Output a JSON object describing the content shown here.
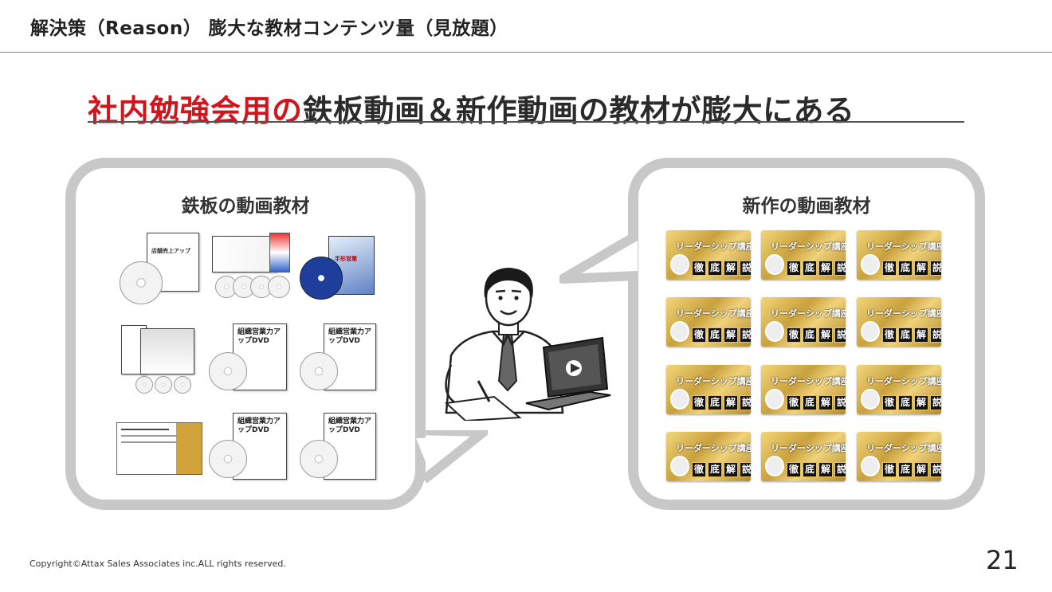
{
  "header": {
    "title": "解決策（Reason） 膨大な教材コンテンツ量（見放題）"
  },
  "headline": {
    "red_text": "社内勉強会用の",
    "rest_text": "鉄板動画＆新作動画の教材が膨大にある"
  },
  "left_panel": {
    "title": "鉄板の動画教材",
    "thumbs": [
      {
        "id": "t1",
        "text": "店舗売上アップ"
      },
      {
        "id": "t2",
        "text": ""
      },
      {
        "id": "t3",
        "text": "手形営業"
      },
      {
        "id": "t4",
        "text": ""
      },
      {
        "id": "t5",
        "text": "組織営業力アップDVD"
      },
      {
        "id": "t6",
        "text": "組織営業力アップDVD"
      },
      {
        "id": "t7",
        "text": ""
      },
      {
        "id": "t8",
        "text": "組織営業力アップDVD"
      },
      {
        "id": "t9",
        "text": "組織営業力アップDVD"
      }
    ]
  },
  "right_panel": {
    "title": "新作の動画教材",
    "cards": [
      {
        "title": "リーダーシップ講座",
        "chars": [
          "徹",
          "底",
          "解",
          "説"
        ]
      },
      {
        "title": "リーダーシップ講座",
        "chars": [
          "徹",
          "底",
          "解",
          "説"
        ]
      },
      {
        "title": "リーダーシップ講座",
        "chars": [
          "徹",
          "底",
          "解",
          "説"
        ]
      },
      {
        "title": "リーダーシップ講座",
        "chars": [
          "徹",
          "底",
          "解",
          "説"
        ]
      },
      {
        "title": "リーダーシップ講座",
        "chars": [
          "徹",
          "底",
          "解",
          "説"
        ]
      },
      {
        "title": "リーダーシップ講座",
        "chars": [
          "徹",
          "底",
          "解",
          "説"
        ]
      },
      {
        "title": "リーダーシップ講座",
        "chars": [
          "徹",
          "底",
          "解",
          "説"
        ]
      },
      {
        "title": "リーダーシップ講座",
        "chars": [
          "徹",
          "底",
          "解",
          "説"
        ]
      },
      {
        "title": "リーダーシップ講座",
        "chars": [
          "徹",
          "底",
          "解",
          "説"
        ]
      },
      {
        "title": "リーダーシップ講座",
        "chars": [
          "徹",
          "底",
          "解",
          "説"
        ]
      },
      {
        "title": "リーダーシップ講座",
        "chars": [
          "徹",
          "底",
          "解",
          "説"
        ]
      },
      {
        "title": "リーダーシップ講座",
        "chars": [
          "徹",
          "底",
          "解",
          "説"
        ]
      }
    ]
  },
  "footer": {
    "copyright": "Copyright©Attax Sales Associates inc.ALL rights reserved.",
    "page_number": "21"
  },
  "colors": {
    "accent_red": "#d0161d",
    "bubble_border": "#c8c8c8",
    "gold": "#c9a13d"
  }
}
